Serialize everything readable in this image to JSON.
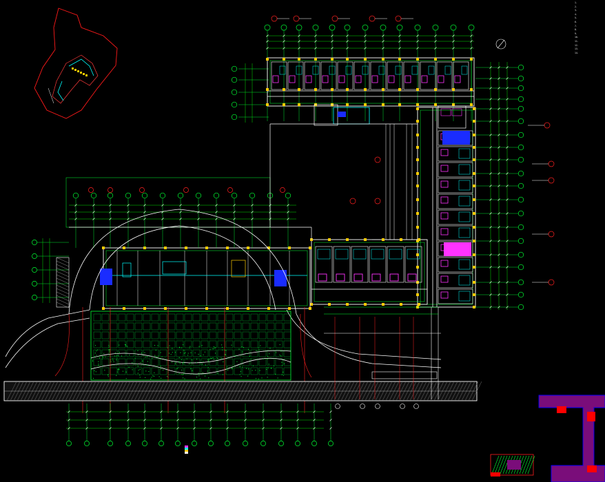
{
  "colors": {
    "background": "#000000",
    "axis_grid": "#00ff33",
    "dimension": "#00e000",
    "wall": "#ffffff",
    "column": "#ffcc00",
    "sanitary": "#ff33ff",
    "glazing": "#00ffff",
    "bubble_red": "#ff2020",
    "site_outline": "#ff1a1a",
    "stair_fill": "#1a2cff",
    "section_fill": "#7a0d7a"
  },
  "notes": [
    "1.",
    "2.",
    "3.",
    "4.",
    "5.",
    "6.",
    "7.",
    "8.",
    "9.",
    "10.",
    "11.",
    "12.",
    "13.",
    "14."
  ],
  "key_plan_caption": "",
  "plan_caption": "",
  "detail_caption": "",
  "legend": [
    {
      "label": "",
      "color": "#ff33ff"
    },
    {
      "label": "",
      "color": "#00ffff"
    },
    {
      "label": "",
      "color": "#ffcc00"
    },
    {
      "label": "",
      "color": "#ffffff"
    }
  ],
  "tags": []
}
